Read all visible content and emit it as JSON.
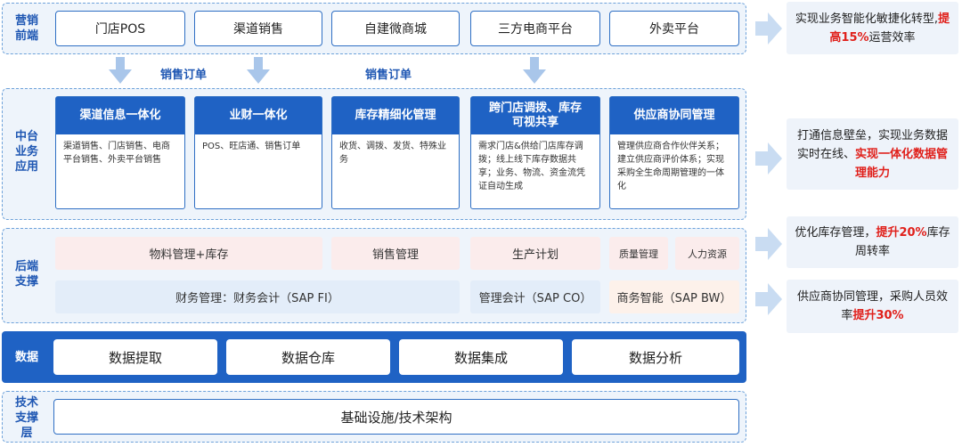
{
  "layers": {
    "front": {
      "title": "营销\n前端",
      "items": [
        "门店POS",
        "渠道销售",
        "自建微商城",
        "三方电商平台",
        "外卖平台"
      ]
    },
    "order_labels": [
      "销售订单",
      "销售订单"
    ],
    "middle": {
      "title": "中台\n业务\n应用",
      "cards": [
        {
          "title": "渠道信息一体化",
          "body": "渠道销售、门店销售、电商平台销售、外卖平台销售"
        },
        {
          "title": "业财一体化",
          "body": "POS、旺店通、销售订单"
        },
        {
          "title": "库存精细化管理",
          "body": "收货、调拨、发货、特殊业务"
        },
        {
          "title": "跨门店调拨、库存可视共享",
          "body": "需求门店&供给门店库存调拨；线上线下库存数据共享；业务、物流、资金流凭证自动生成"
        },
        {
          "title": "供应商协同管理",
          "body": "管理供应商合作伙伴关系；建立供应商评价体系；实现采购全生命周期管理的一体化"
        }
      ]
    },
    "back": {
      "title": "后端\n支撑",
      "row1": [
        "物料管理+库存",
        "销售管理",
        "生产计划",
        "质量管理",
        "人力资源"
      ],
      "row2": [
        "财务管理：财务会计（SAP FI）",
        "管理会计（SAP CO）",
        "商务智能（SAP BW）"
      ]
    },
    "data": {
      "title": "数据",
      "items": [
        "数据提取",
        "数据仓库",
        "数据集成",
        "数据分析"
      ]
    },
    "tech": {
      "title": "技术\n支撑\n层",
      "item": "基础设施/技术架构"
    }
  },
  "notes": [
    {
      "pre": "实现业务智能化敏捷化转型,",
      "hl": "提高15%",
      "post": "运营效率"
    },
    {
      "pre": "打通信息壁垒，实现业务数据实时在线、",
      "hl": "实现一体化数据管理能力",
      "post": ""
    },
    {
      "pre": "优化库存管理，",
      "hl": "提升20%",
      "post": "库存周转率"
    },
    {
      "pre": "供应商协同管理，采购人员效率",
      "hl": "提升30%",
      "post": ""
    }
  ]
}
